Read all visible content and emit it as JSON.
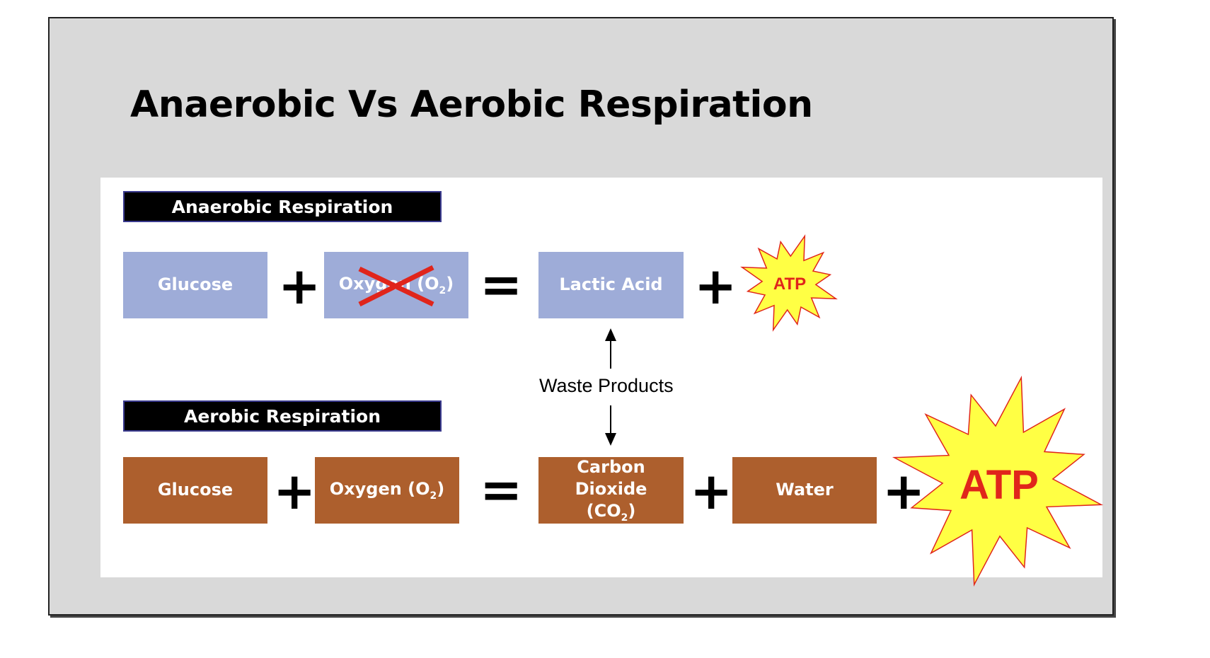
{
  "slide": {
    "title": "Anaerobic Vs Aerobic Respiration"
  },
  "anaerobic": {
    "header": "Anaerobic Respiration",
    "glucose": "Glucose",
    "oxygen_prefix": "Oxygen (O",
    "oxygen_sub": "2",
    "oxygen_suffix": ")",
    "product": "Lactic Acid",
    "atp": "ATP",
    "plus1": "+",
    "equals": "=",
    "plus2": "+"
  },
  "waste_products": "Waste Products",
  "aerobic": {
    "header": "Aerobic Respiration",
    "glucose": "Glucose",
    "oxygen_prefix": "Oxygen (O",
    "oxygen_sub": "2",
    "oxygen_suffix": ")",
    "co2_line1": "Carbon Dioxide",
    "co2_prefix": "(CO",
    "co2_sub": "2",
    "co2_suffix": ")",
    "water": "Water",
    "atp": "ATP",
    "plus1": "+",
    "equals": "=",
    "plus2": "+",
    "plus3": "+"
  },
  "colors": {
    "anaerobic_box": "#9eacd8",
    "aerobic_box": "#ad5f2d",
    "atp_fill": "#ffff44",
    "atp_text": "#e0251b",
    "cross": "#e0251b"
  }
}
